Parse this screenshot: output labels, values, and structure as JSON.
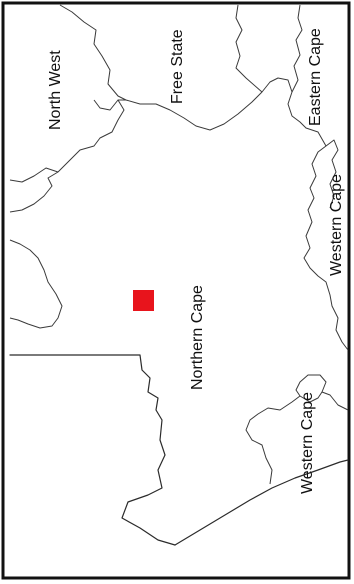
{
  "map": {
    "labels": {
      "north_west": "North West",
      "free_state": "Free State",
      "eastern_cape": "Eastern Cape",
      "western_cape_upper": "Western Cape",
      "northern_cape": "Northern Cape",
      "western_cape_lower": "Western Cape"
    },
    "marker_color": "#e8141c",
    "frame_color": "#111111",
    "border_color": "#2b2b2b"
  }
}
